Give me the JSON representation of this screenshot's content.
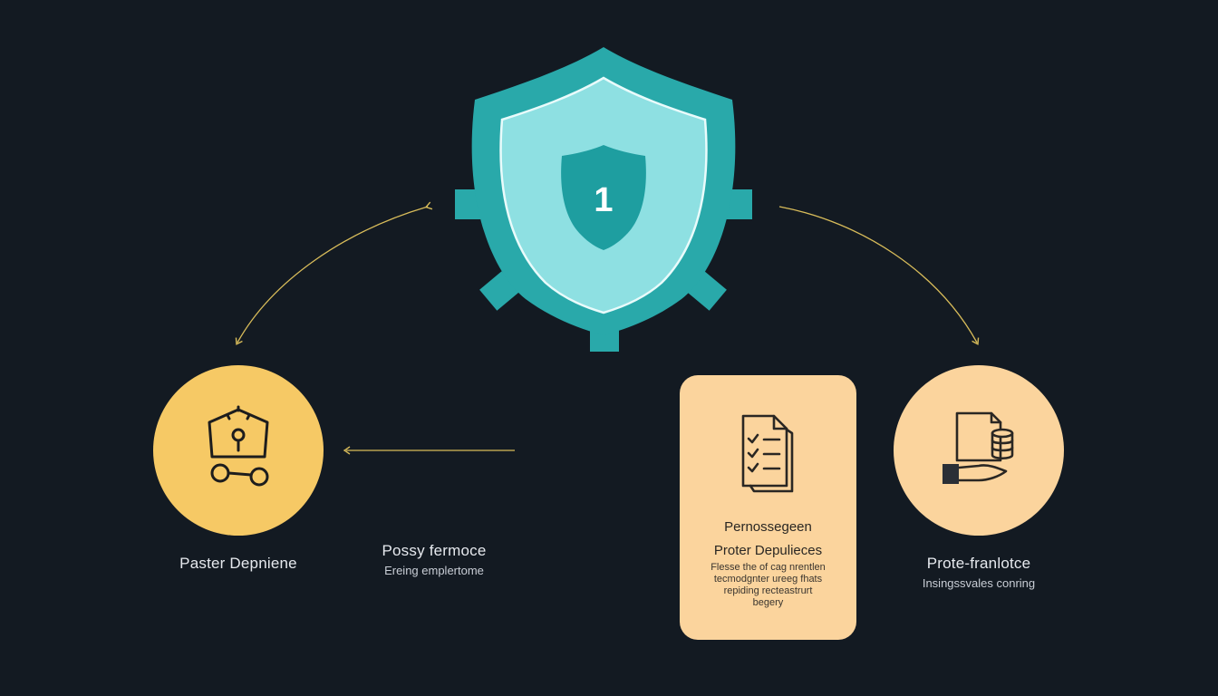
{
  "hub": {
    "badge_number": "1",
    "colors": {
      "gear": "#29a9aa",
      "shield": "#8ee0e2",
      "badge": "#1e9ea0"
    }
  },
  "arrows": {
    "color": "#d8bc5a"
  },
  "nodes": {
    "left": {
      "icon": "lock-shield-with-handcuffs-icon",
      "title": "Paster Depniene",
      "color": "#f6c965"
    },
    "middle": {
      "title": "Possy fermoce",
      "subtitle": "Ereing emplertome"
    },
    "card": {
      "icon": "checklist-document-icon",
      "title_line1": "Pernossegeen",
      "title_line2": "Proter Depulieces",
      "body_lines": [
        "Flesse the of cag nrentlen",
        "tecmodgnter ureeg fhats",
        "repiding recteastrurt",
        "begery"
      ],
      "color": "#fbd49d"
    },
    "right": {
      "icon": "document-coins-hand-icon",
      "title": "Prote-franlotce",
      "subtitle": "Insingssvales conring",
      "color": "#fbd49d"
    }
  }
}
